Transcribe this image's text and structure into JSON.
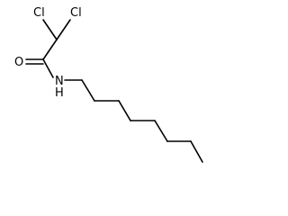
{
  "molecule": {
    "atoms": {
      "cl_left": "Cl",
      "cl_right": "Cl",
      "oxygen": "O",
      "nitrogen": "N",
      "hydrogen": "H"
    },
    "colors": {
      "bond": "#000000",
      "label": "#000000",
      "background": "#ffffff"
    }
  }
}
